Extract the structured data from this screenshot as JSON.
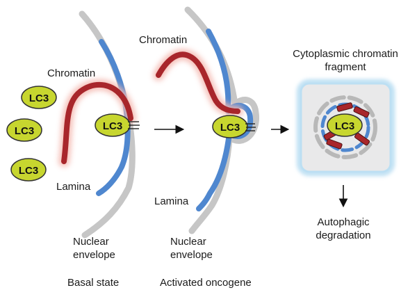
{
  "labels": {
    "chromatin_left": "Chromatin",
    "chromatin_middle": "Chromatin",
    "lamina_left": "Lamina",
    "lamina_middle": "Lamina",
    "nuclear_envelope_left_1": "Nuclear",
    "nuclear_envelope_left_2": "envelope",
    "nuclear_envelope_middle_1": "Nuclear",
    "nuclear_envelope_middle_2": "envelope",
    "fragment_title_1": "Cytoplasmic chromatin",
    "fragment_title_2": "fragment",
    "degradation_1": "Autophagic",
    "degradation_2": "degradation",
    "basal_state": "Basal state",
    "activated_oncogene": "Activated oncogene"
  },
  "lc3": {
    "free_1": "LC3",
    "free_2": "LC3",
    "free_3": "LC3",
    "bound_left": "LC3",
    "bound_middle": "LC3",
    "fragment": "LC3"
  },
  "colors": {
    "envelope": "#c6c6c6",
    "lamina": "#4f87cf",
    "chromatin": "#a8262b",
    "chromatin_glow": "#f4b9b1",
    "lc3_fill": "#c7d62f",
    "lc3_stroke": "#333333",
    "fragment_bg": "#e9e9ea",
    "fragment_border": "#bcdff3"
  }
}
